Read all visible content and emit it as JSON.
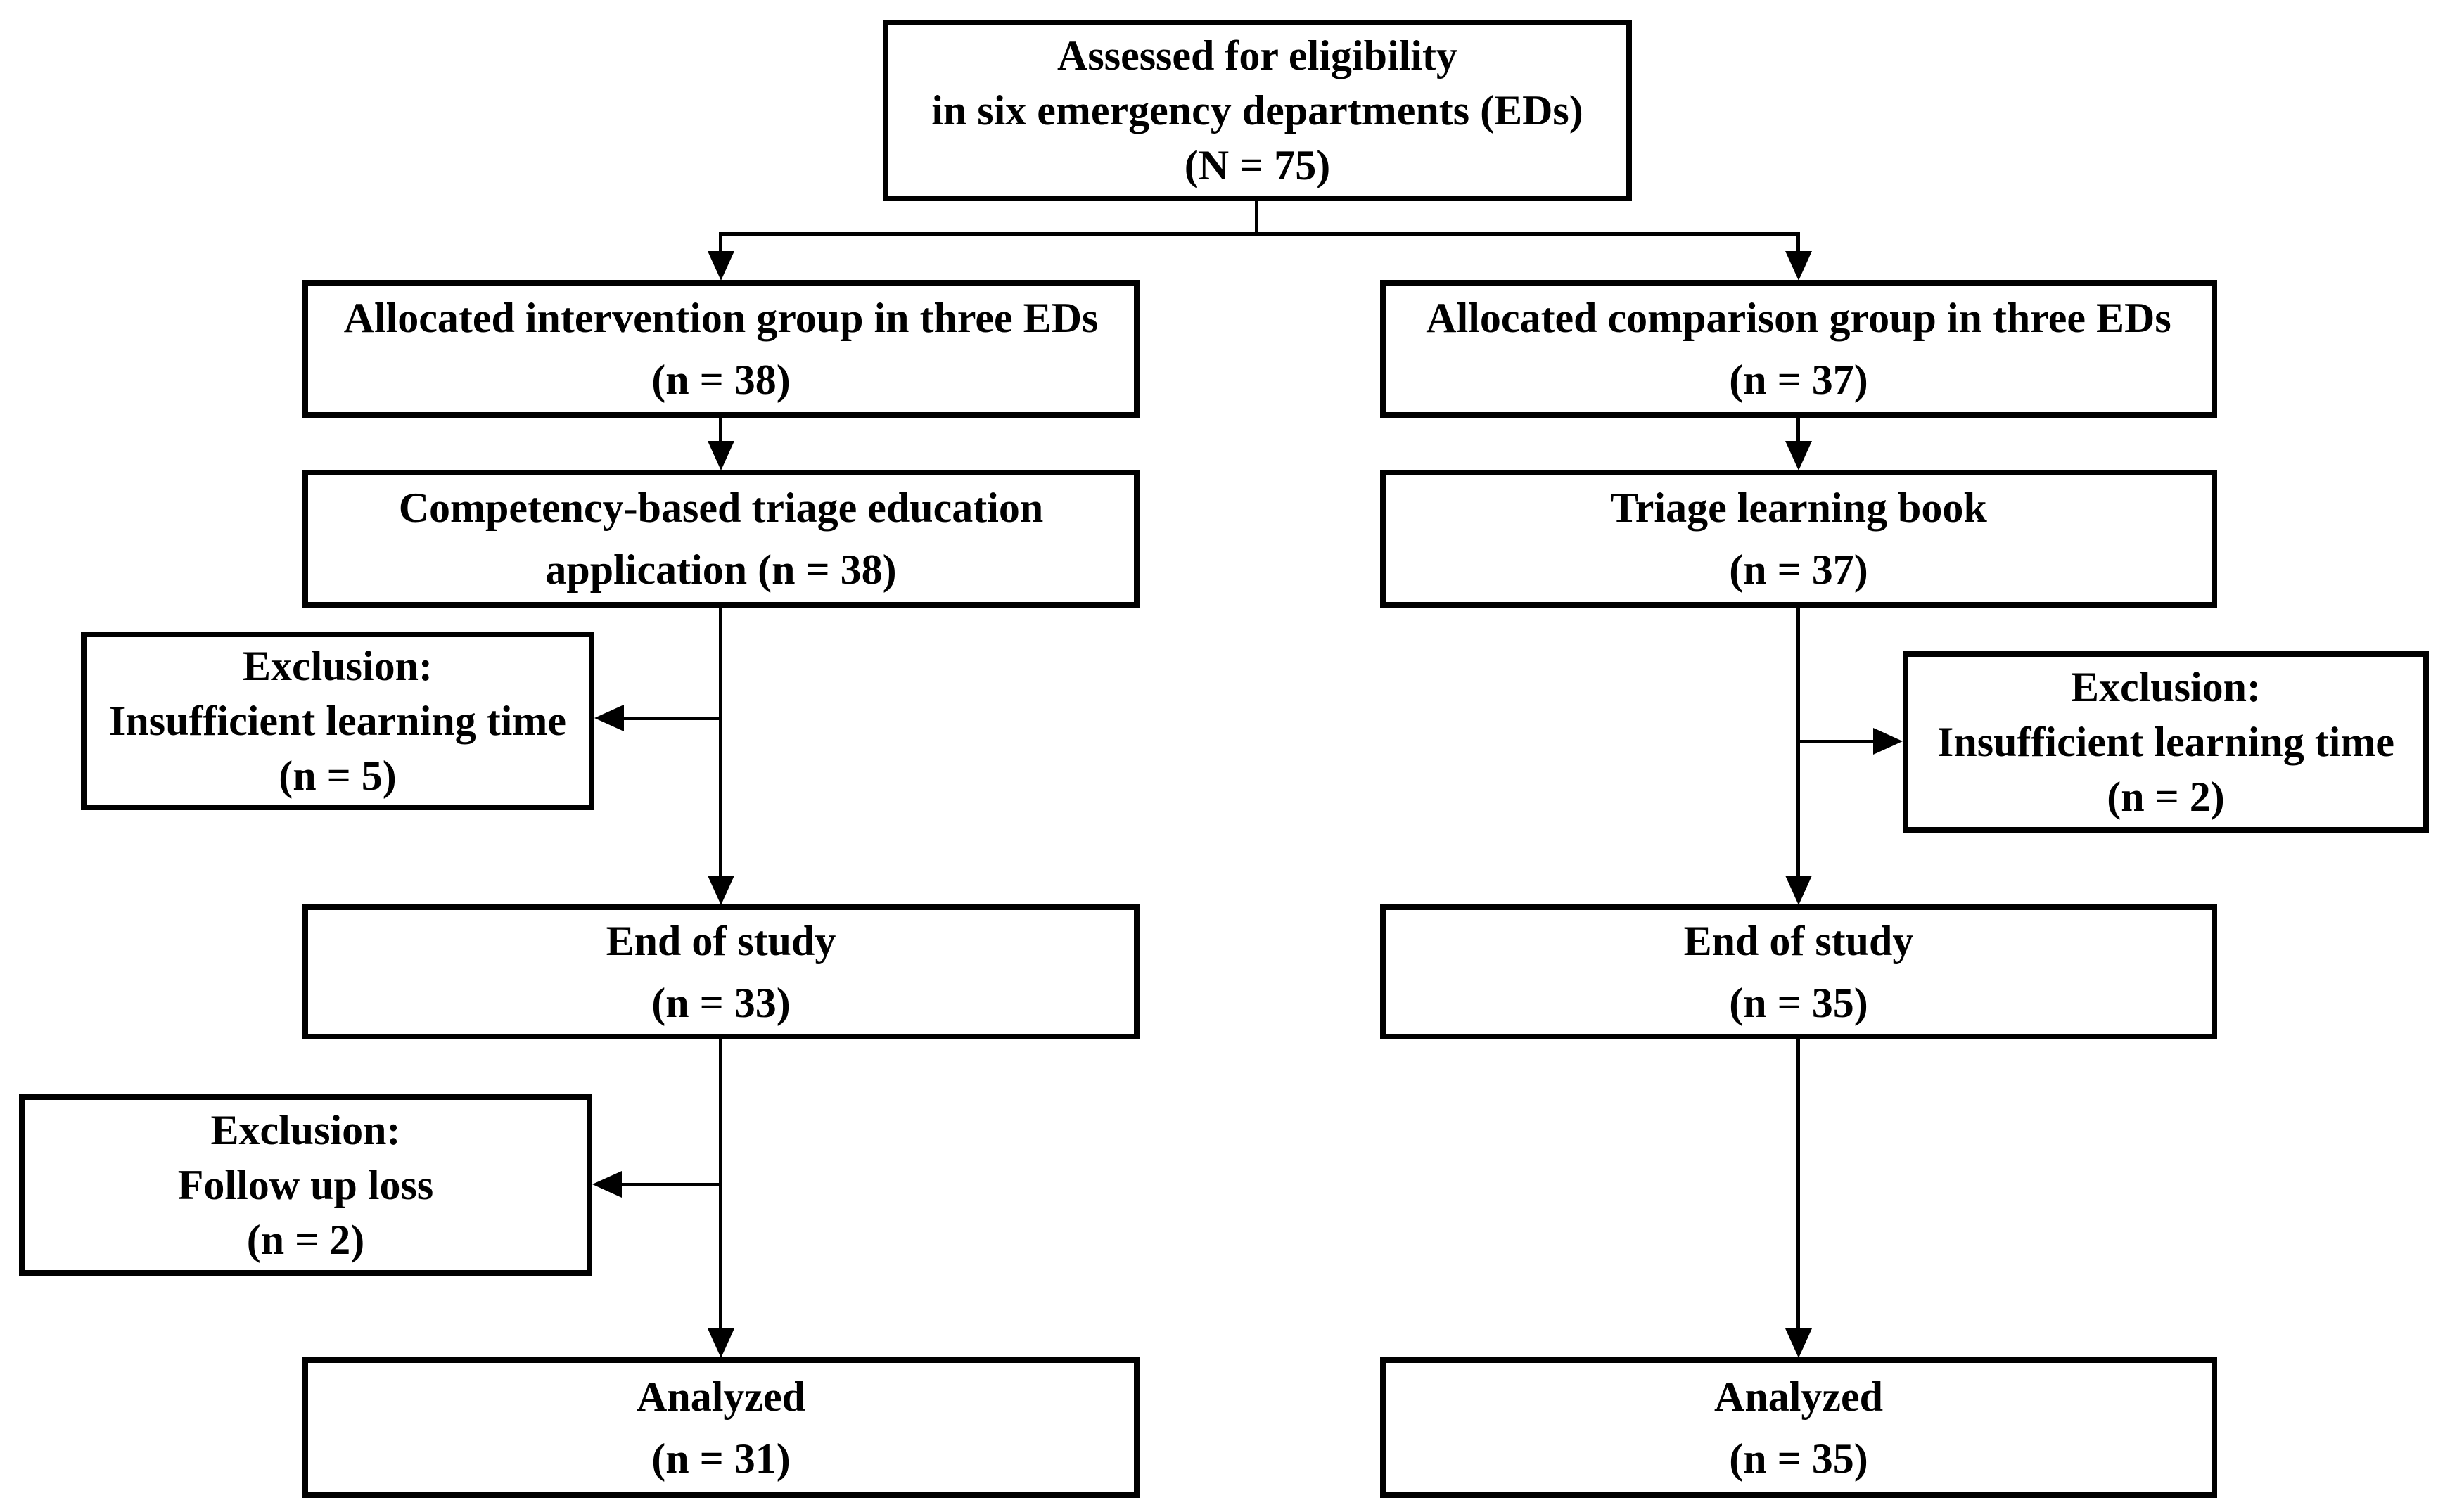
{
  "colors": {
    "ink": "#000000",
    "paper": "#ffffff"
  },
  "boxes": {
    "assessed": {
      "lines": [
        "Assessed for eligibility",
        "in six emergency departments (EDs)",
        "(N = 75)"
      ]
    },
    "allocated_intervention": {
      "lines": [
        "Allocated intervention group in three EDs",
        "(n = 38)"
      ]
    },
    "allocated_comparison": {
      "lines": [
        "Allocated comparison group in three EDs",
        "(n = 37)"
      ]
    },
    "education_app": {
      "lines": [
        "Competency-based triage education",
        "application (n = 38)"
      ]
    },
    "learning_book": {
      "lines": [
        "Triage learning book",
        "(n = 37)"
      ]
    },
    "exclusion_insufficient_left": {
      "lines": [
        "Exclusion:",
        "Insufficient learning time",
        "(n = 5)"
      ]
    },
    "exclusion_insufficient_right": {
      "lines": [
        "Exclusion:",
        "Insufficient learning time",
        "(n = 2)"
      ]
    },
    "end_of_study_left": {
      "lines": [
        "End of study",
        "(n = 33)"
      ]
    },
    "end_of_study_right": {
      "lines": [
        "End of study",
        "(n = 35)"
      ]
    },
    "exclusion_followup_left": {
      "lines": [
        "Exclusion:",
        "Follow up loss",
        "(n = 2)"
      ]
    },
    "analyzed_left": {
      "lines": [
        "Analyzed",
        "(n = 31)"
      ]
    },
    "analyzed_right": {
      "lines": [
        "Analyzed",
        "(n = 35)"
      ]
    }
  }
}
